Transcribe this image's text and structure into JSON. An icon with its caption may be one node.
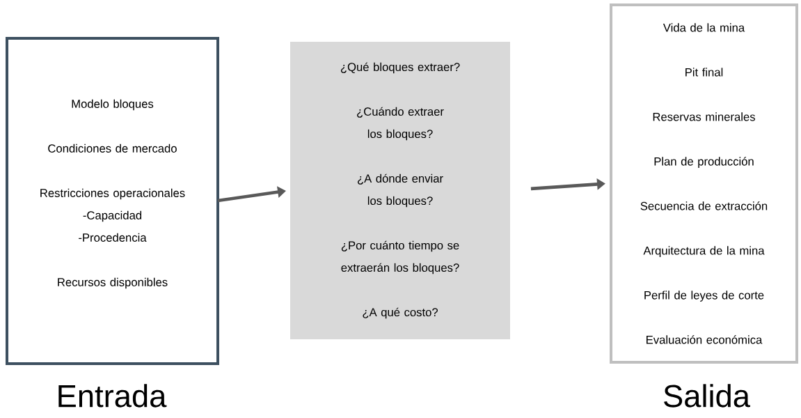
{
  "diagram": {
    "nodes": [
      {
        "text": [
          "Modelo bloques",
          "Condiciones de mercado",
          "Restricciones operacionales",
          "-Capacidad",
          "-Procedencia",
          "Recursos disponibles"
        ],
        "beside": [
          "Entrada"
        ]
      },
      {
        "text": [
          "¿Qué bloques extraer?",
          "¿Cuándo extraer los bloques?",
          "¿A dónde enviar los bloques?",
          "¿Por cuánto tiempo se extraerán los bloques?",
          "¿A qué costo?"
        ]
      },
      {
        "text": [
          "Vida de la mina",
          "Pit final",
          "Reservas minerales",
          "Plan de producción",
          "Secuencia de extracción",
          "Arquitectura de la mina",
          "Perfil de leyes de corte",
          "Evaluación económica"
        ],
        "beside": [
          "Salida"
        ]
      }
    ],
    "edges": [
      {
        "from": 0,
        "to": 1,
        "arrow": "to"
      },
      {
        "from": 1,
        "to": 2,
        "arrow": "to"
      }
    ]
  }
}
